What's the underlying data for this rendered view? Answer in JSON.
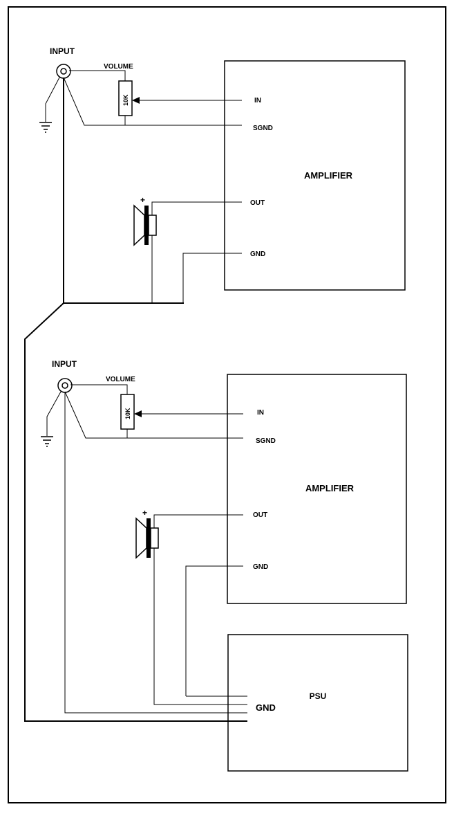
{
  "circuits": [
    {
      "input_label": "INPUT",
      "volume_label": "VOLUME",
      "resistor_value": "10K",
      "plus_label": "+",
      "amplifier_label": "AMPLIFIER",
      "pins": {
        "in": "IN",
        "sgnd": "SGND",
        "out": "OUT",
        "gnd": "GND"
      }
    },
    {
      "input_label": "INPUT",
      "volume_label": "VOLUME",
      "resistor_value": "10K",
      "plus_label": "+",
      "amplifier_label": "AMPLIFIER",
      "pins": {
        "in": "IN",
        "sgnd": "SGND",
        "out": "OUT",
        "gnd": "GND"
      }
    }
  ],
  "psu": {
    "label": "PSU",
    "gnd_label": "GND"
  }
}
